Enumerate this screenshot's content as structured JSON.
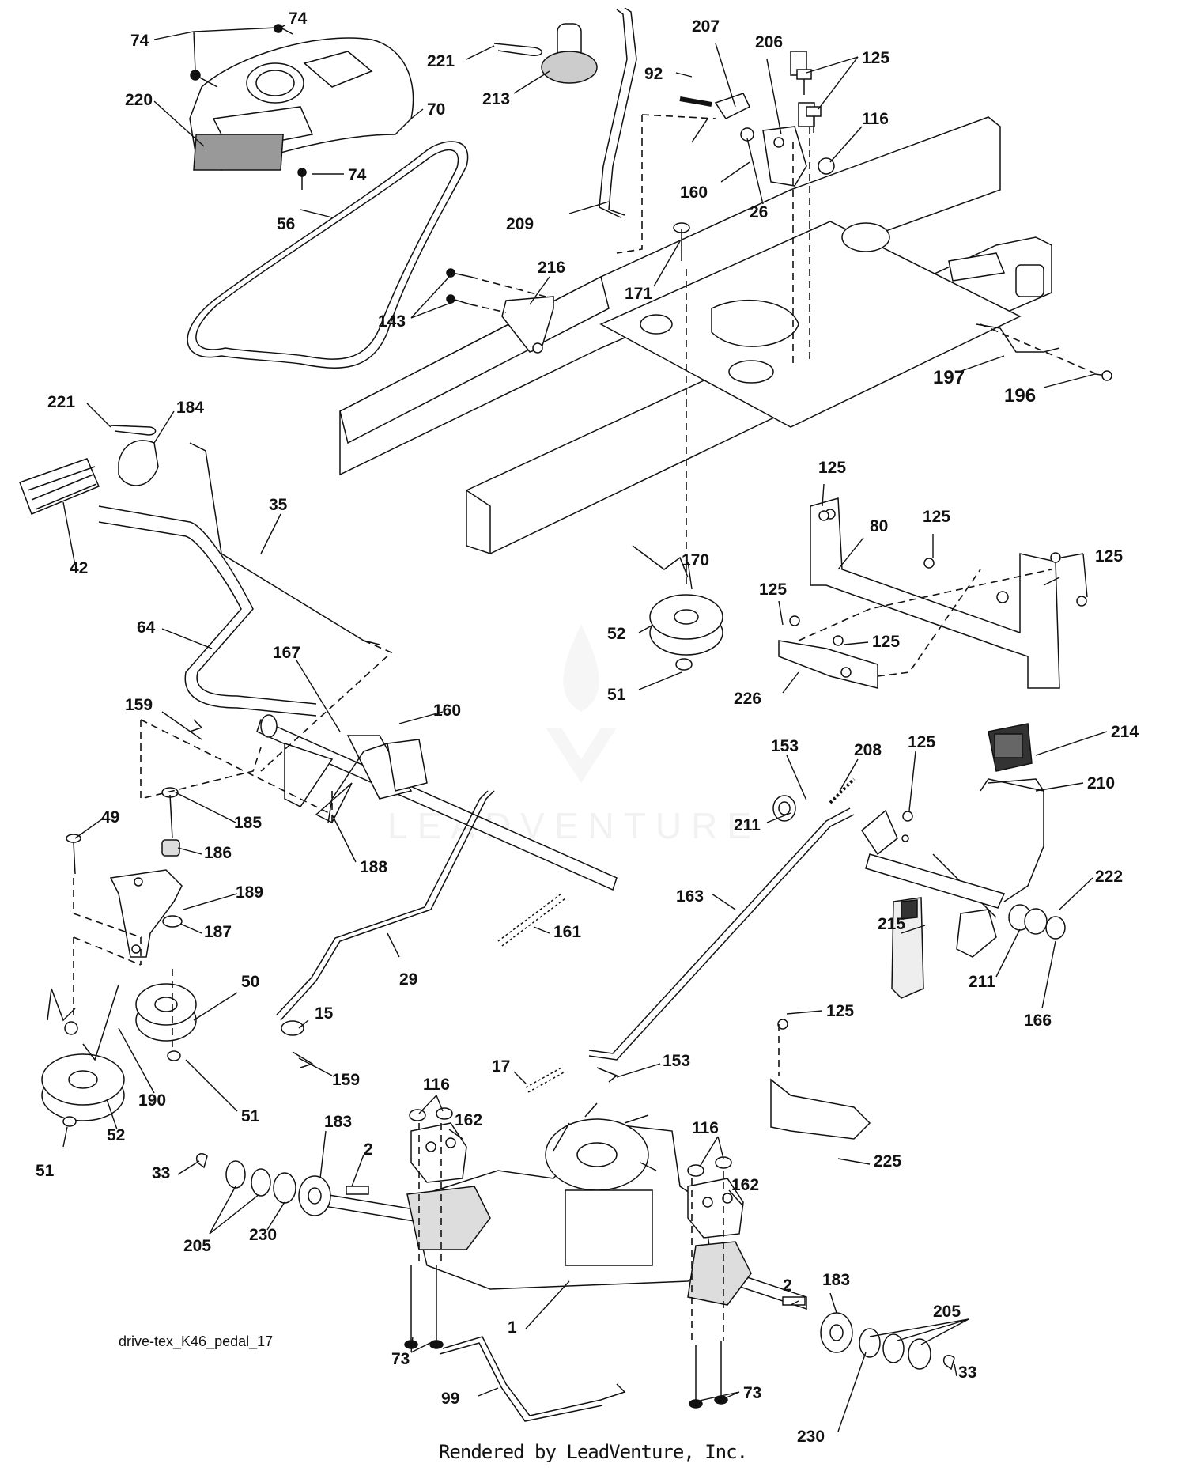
{
  "diagram": {
    "caption": "drive-tex_K46_pedal_17",
    "rendered_by": "Rendered by LeadVenture, Inc.",
    "watermark": "LEADVENTURE",
    "callouts": [
      "74",
      "74",
      "220",
      "70",
      "74",
      "56",
      "221",
      "213",
      "209",
      "207",
      "92",
      "206",
      "125",
      "125",
      "116",
      "160",
      "26",
      "171",
      "216",
      "143",
      "197",
      "196",
      "221",
      "184",
      "42",
      "35",
      "64",
      "167",
      "160",
      "159",
      "49",
      "185",
      "186",
      "189",
      "187",
      "188",
      "161",
      "29",
      "50",
      "15",
      "159",
      "190",
      "52",
      "51",
      "51",
      "170",
      "52",
      "51",
      "125",
      "80",
      "125",
      "125",
      "125",
      "125",
      "226",
      "153",
      "208",
      "125",
      "214",
      "210",
      "211",
      "163",
      "215",
      "222",
      "211",
      "166",
      "125",
      "17",
      "153",
      "116",
      "162",
      "183",
      "2",
      "33",
      "205",
      "230",
      "116",
      "162",
      "225",
      "2",
      "183",
      "205",
      "1",
      "73",
      "33",
      "99",
      "73",
      "230"
    ]
  }
}
